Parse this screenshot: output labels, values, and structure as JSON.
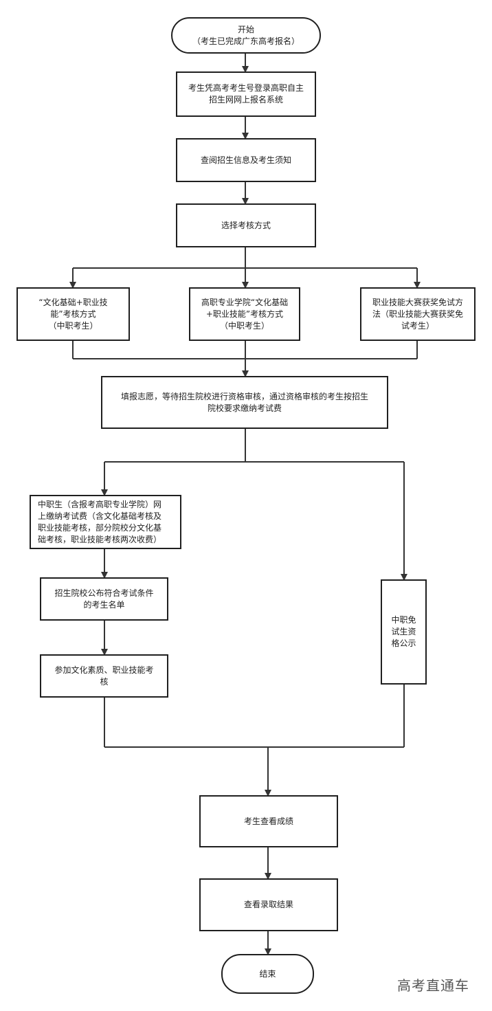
{
  "flowchart": {
    "start": "开始\n（考生已完成广东高考报名）",
    "login": "考生凭高考考生号登录高职自主\n招生网网上报名系统",
    "read_info": "查阅招生信息及考生须知",
    "choose_mode": "选择考核方式",
    "option_a": "“文化基础+职业技\n能”考核方式\n（中职考生）",
    "option_b": "高职专业学院“文化基础\n+职业技能”考核方式\n（中职考生）",
    "option_c": "职业技能大赛获奖免试方\n法（职业技能大赛获奖免\n试考生）",
    "fill_application": "填报志愿，等待招生院校进行资格审核，通过资格审核的考生按招生\n院校要求缴纳考试费",
    "pay_fee": "中职生（含报考高职专业学院）网\n上缴纳考试费（含文化基础考核及\n职业技能考核，部分院校分文化基\n础考核，职业技能考核两次收费）",
    "publish_list": "招生院校公布符合考试条件\n的考生名单",
    "take_exam": "参加文化素质、职业技能考\n核",
    "exempt_notice": "中职免\n试生资\n格公示",
    "check_score": "考生查看成绩",
    "check_result": "查看录取结果",
    "end": "结束"
  },
  "watermark": "高考直通车"
}
